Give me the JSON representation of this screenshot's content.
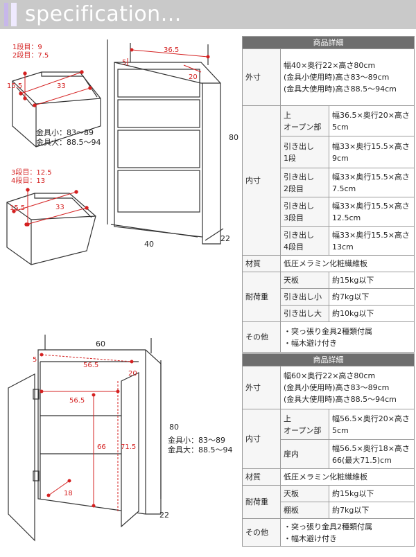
{
  "header": {
    "title": "specification..."
  },
  "drawing1": {
    "drawer_a_labels": [
      "1段目：9",
      "2段目：7.5"
    ],
    "drawer_a_depth": "15.5",
    "drawer_a_width": "33",
    "drawer_b_labels": [
      "3段目：12.5",
      "4段目：13"
    ],
    "drawer_b_depth": "15.5",
    "drawer_b_width": "33",
    "top_width": "36.5",
    "top_depth": "20",
    "top_height": "5",
    "height": "80",
    "width": "40",
    "depth": "22",
    "fitting_notes": [
      "金具小：83～89",
      "金具大：88.5～94"
    ]
  },
  "drawing2": {
    "width": "60",
    "top_width": "56.5",
    "top_depth": "20",
    "top_height": "5",
    "inner_width": "56.5",
    "inner_height": "66",
    "inner_height_max": "71.5",
    "door_depth": "18",
    "height": "80",
    "depth": "22",
    "fitting_notes": [
      "金具小：83～89",
      "金具大：88.5～94"
    ]
  },
  "table1": {
    "title": "商品詳細",
    "outer_label": "外寸",
    "outer_values": [
      "幅40×奥行22×高さ80cm",
      "(金具小使用時)高さ83～89cm",
      "(金具大使用時)高さ88.5～94cm"
    ],
    "inner_label": "内寸",
    "inner_rows": [
      {
        "label": "上\nオープン部",
        "value": "幅36.5×奥行20×高さ5cm"
      },
      {
        "label": "引き出し\n1段",
        "value": "幅33×奥行15.5×高さ9cm"
      },
      {
        "label": "引き出し\n2段目",
        "value": "幅33×奥行15.5×高さ7.5cm"
      },
      {
        "label": "引き出し\n3段目",
        "value": "幅33×奥行15.5×高さ12.5cm"
      },
      {
        "label": "引き出し\n4段目",
        "value": "幅33×奥行15.5×高さ13cm"
      }
    ],
    "material_label": "材質",
    "material_value": "低圧メラミン化粧繊維板",
    "load_label": "耐荷重",
    "load_rows": [
      {
        "label": "天板",
        "value": "約15kg以下"
      },
      {
        "label": "引き出し小",
        "value": "約7kg以下"
      },
      {
        "label": "引き出し大",
        "value": "約10kg以下"
      }
    ],
    "other_label": "その他",
    "other_values": [
      "・突っ張り金具2種類付属",
      "・幅木避け付き"
    ]
  },
  "table2": {
    "title": "商品詳細",
    "outer_label": "外寸",
    "outer_values": [
      "幅60×奥行22×高さ80cm",
      "(金具小使用時)高さ83～89cm",
      "(金具大使用時)高さ88.5～94cm"
    ],
    "inner_label": "内寸",
    "inner_rows": [
      {
        "label": "上\nオープン部",
        "value": "幅56.5×奥行20×高さ5cm"
      },
      {
        "label": "扉内",
        "value": "幅56.5×奥行18×高さ66(最大71.5)cm"
      }
    ],
    "material_label": "材質",
    "material_value": "低圧メラミン化粧繊維板",
    "load_label": "耐荷重",
    "load_rows": [
      {
        "label": "天板",
        "value": "約15kg以下"
      },
      {
        "label": "棚板",
        "value": "約7kg以下"
      }
    ],
    "other_label": "その他",
    "other_values": [
      "・突っ張り金具2種類付属",
      "・幅木避け付き"
    ]
  }
}
